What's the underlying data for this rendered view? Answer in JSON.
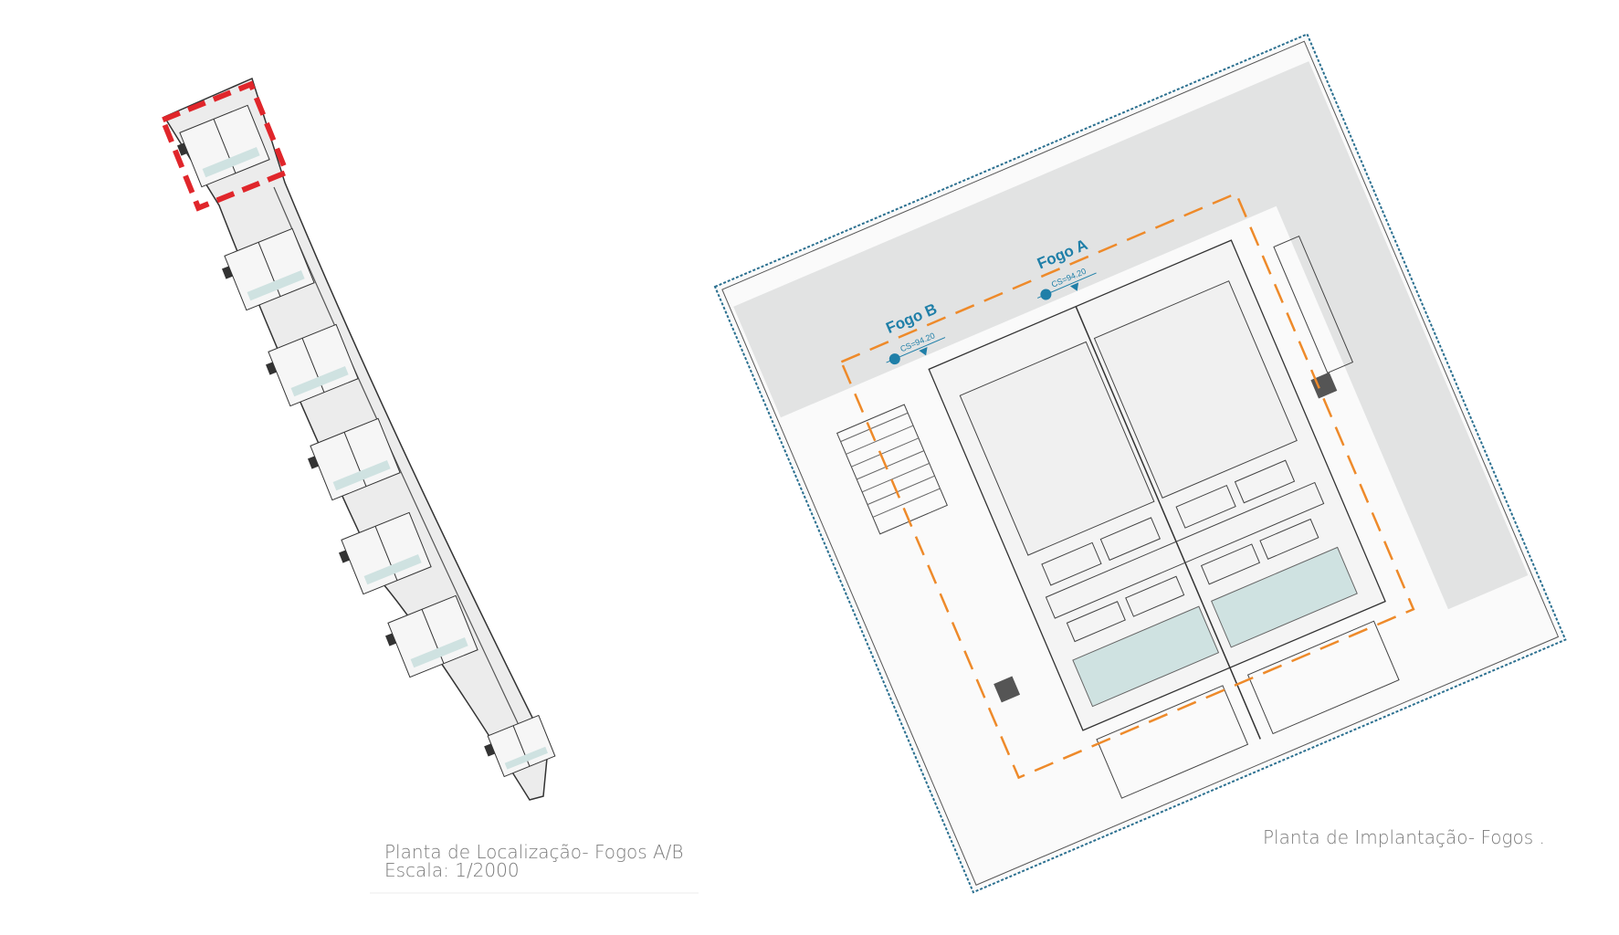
{
  "location_plan": {
    "title": "Planta de Localização- Fogos A/B",
    "scale": "Escala: 1/2000",
    "highlight_color": "#e0262b"
  },
  "site_plan": {
    "title": "Planta de Implantação- Fogos .",
    "units": [
      {
        "label": "Fogo A",
        "elevation": "CS=94.20"
      },
      {
        "label": "Fogo B",
        "elevation": "CS=94.20"
      }
    ],
    "label_color": "#1f7fa8",
    "boundary_color": "#ee8a2a",
    "pool_color": "#cfe2e1"
  }
}
